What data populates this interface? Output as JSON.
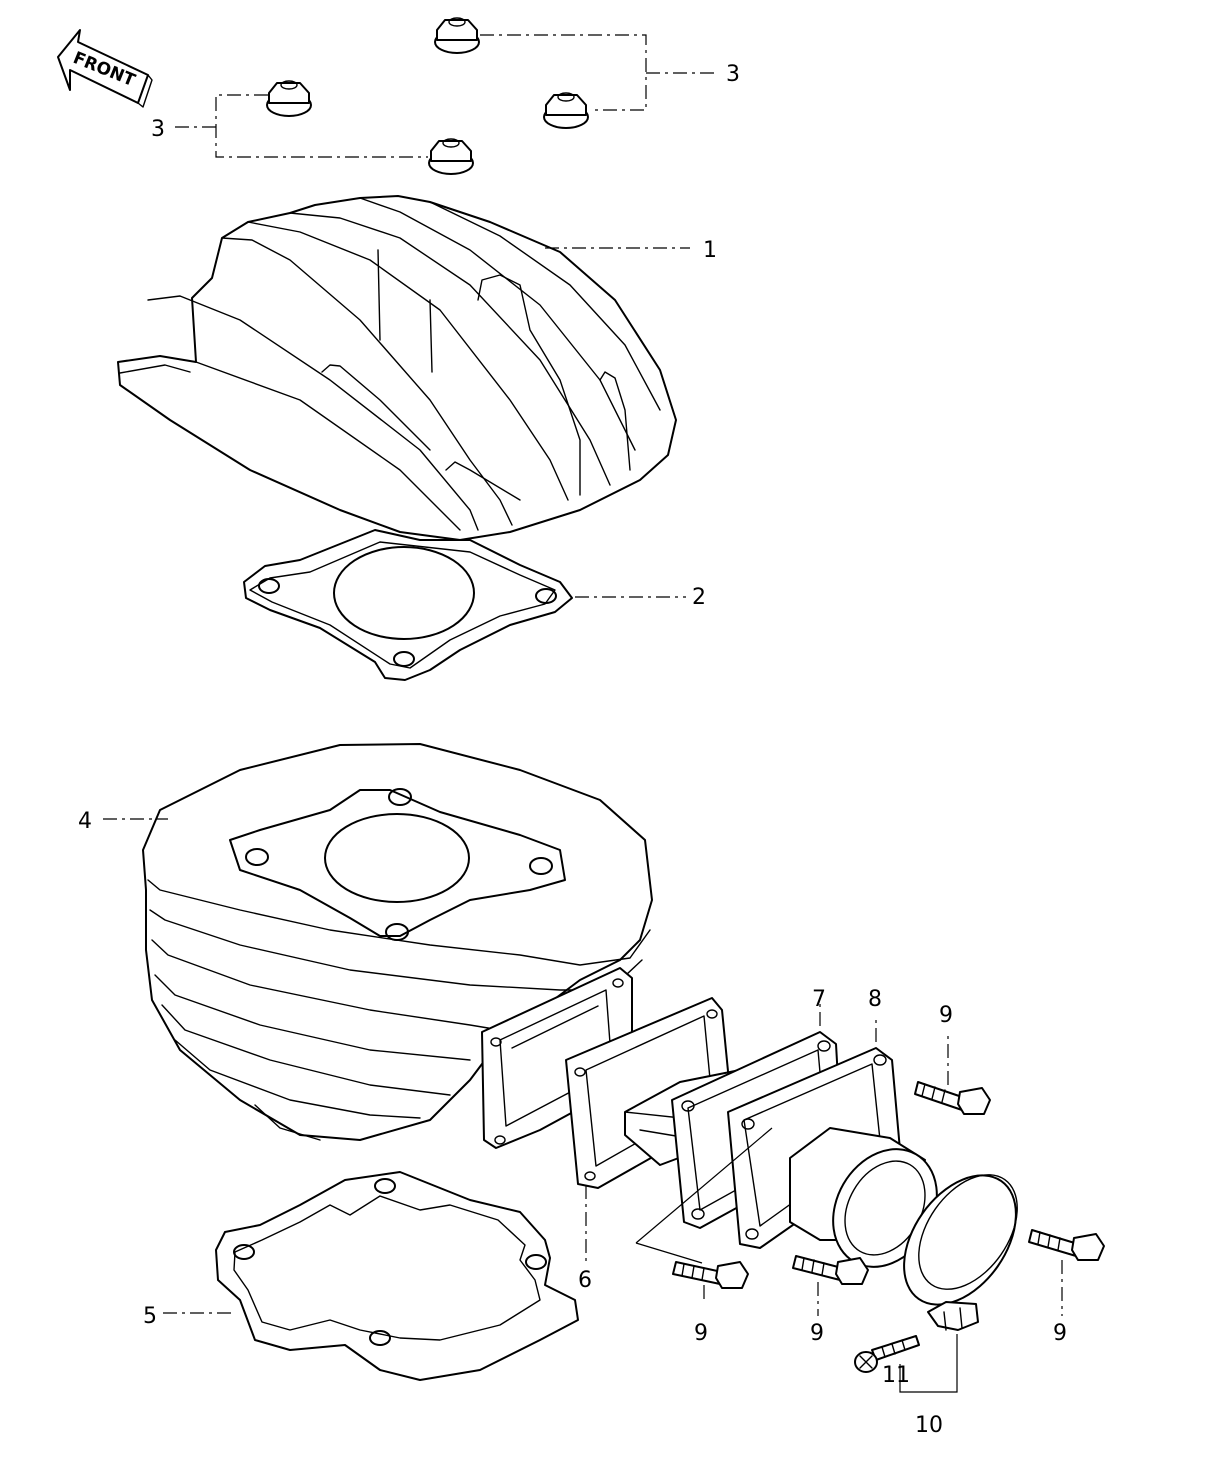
{
  "front_arrow": {
    "label": "FRONT",
    "icon": "front-arrow-icon"
  },
  "callouts": {
    "nut_right": "3",
    "nut_left": "3",
    "cylinder_head": "1",
    "head_gasket": "2",
    "cylinder": "4",
    "base_gasket": "5",
    "reed_gasket": "6",
    "spacer": "7",
    "intake_gasket": "8",
    "bolt_top": "9",
    "bolt_mid_left": "9",
    "bolt_mid": "9",
    "bolt_right": "9",
    "clamp": "10",
    "clamp_screw": "11"
  }
}
